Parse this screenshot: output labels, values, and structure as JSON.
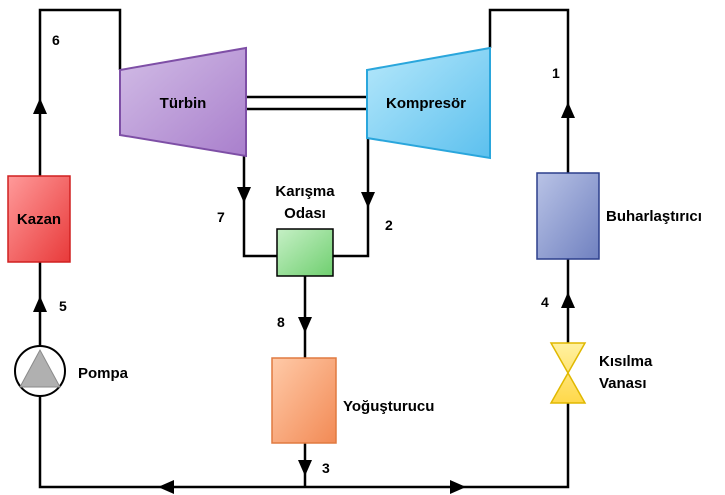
{
  "components": {
    "turbine": "Türbin",
    "compressor": "Kompresör",
    "mixing_chamber_line1": "Karışma",
    "mixing_chamber_line2": "Odası",
    "boiler": "Kazan",
    "evaporator": "Buharlaştırıcı",
    "pump": "Pompa",
    "condenser": "Yoğuşturucu",
    "valve_line1": "Kısılma",
    "valve_line2": "Vanası"
  },
  "states": {
    "s1": "1",
    "s2": "2",
    "s3": "3",
    "s4": "4",
    "s5": "5",
    "s6": "6",
    "s7": "7",
    "s8": "8"
  },
  "colors": {
    "turbine": "#b48fd1",
    "compressor": "#7fd0f2",
    "mixing_chamber": "#8fd98f",
    "boiler": "#f05a5a",
    "evaporator": "#7f90c8",
    "condenser": "#f4a070",
    "valve": "#ffe25a",
    "pump": "#b0b0b0",
    "line": "#000000"
  }
}
